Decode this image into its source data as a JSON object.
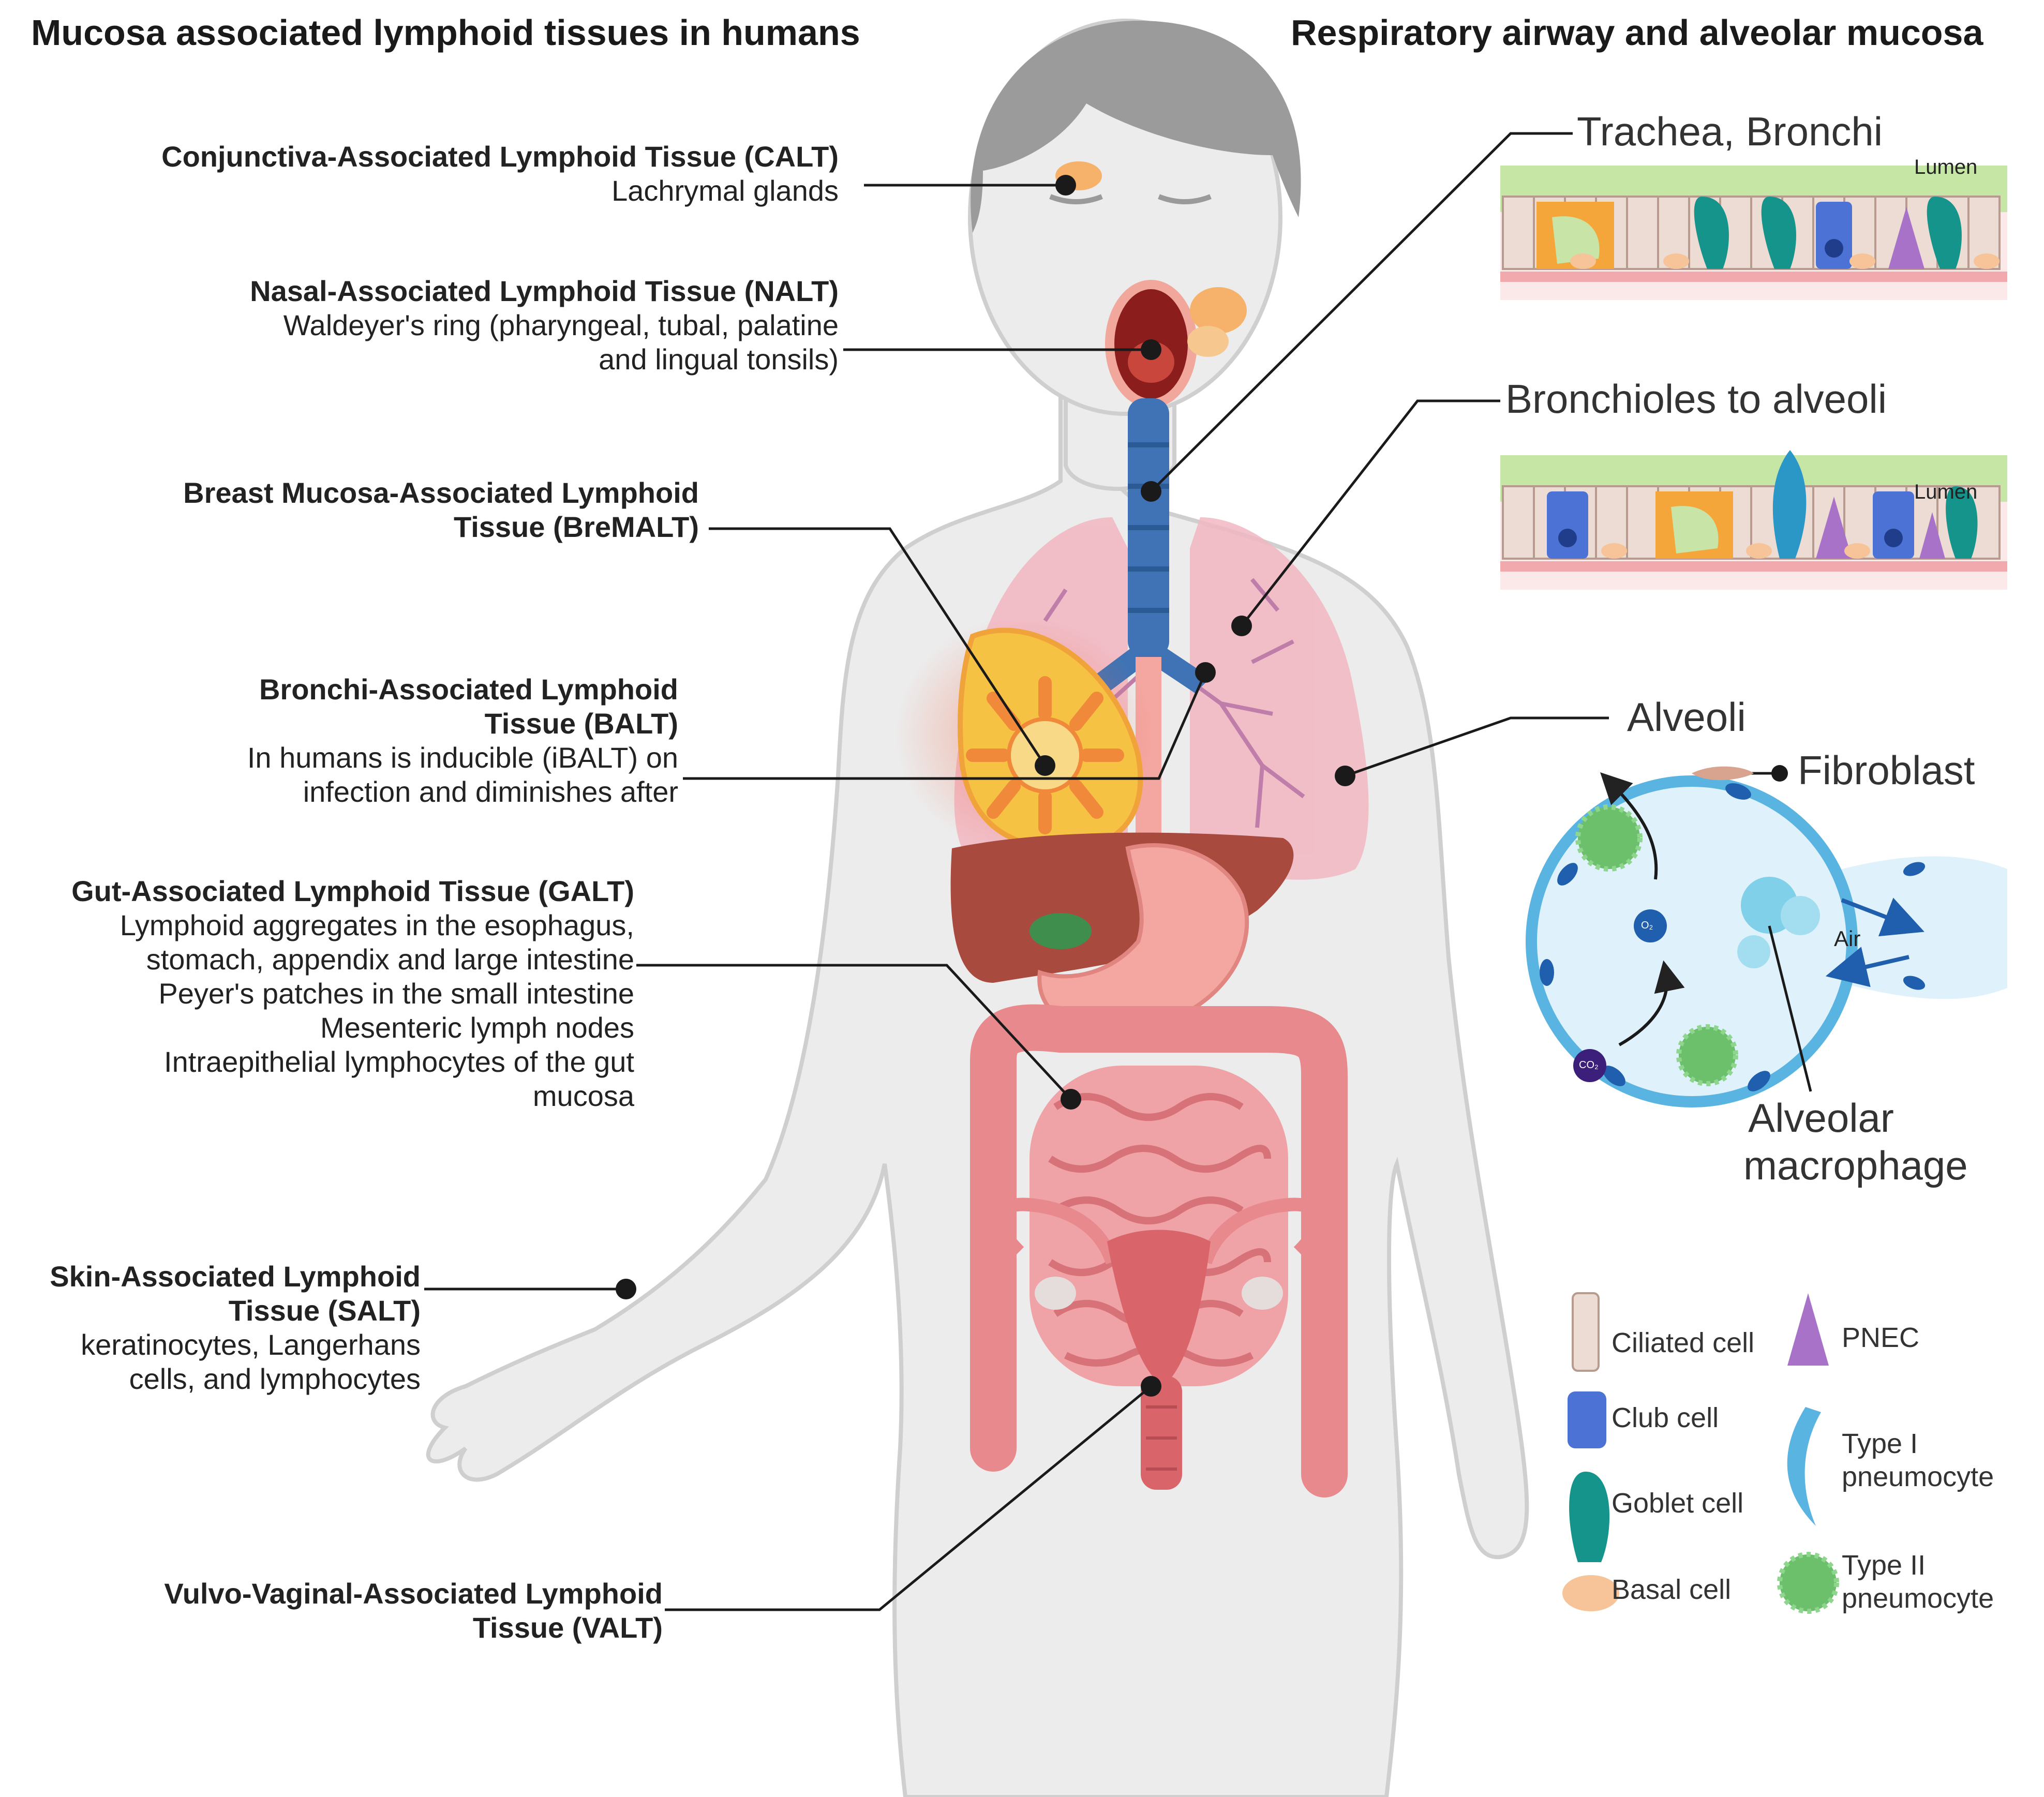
{
  "titles": {
    "left": "Mucosa associated lymphoid tissues in humans",
    "right": "Respiratory airway and alveolar mucosa"
  },
  "left_labels": {
    "calt": {
      "name": "Conjunctiva-Associated Lymphoid Tissue (CALT)",
      "desc": "Lachrymal glands"
    },
    "nalt": {
      "name": "Nasal-Associated Lymphoid Tissue (NALT)",
      "desc1": "Waldeyer's ring (pharyngeal, tubal, palatine",
      "desc2": "and lingual tonsils)"
    },
    "bremalt": {
      "name1": "Breast Mucosa-Associated Lymphoid",
      "name2": "Tissue (BreMALT)"
    },
    "balt": {
      "name1": "Bronchi-Associated Lymphoid",
      "name2": "Tissue (BALT)",
      "desc1": "In humans is inducible (iBALT) on",
      "desc2": "infection and diminishes after"
    },
    "galt": {
      "name": "Gut-Associated Lymphoid Tissue (GALT)",
      "desc1": "Lymphoid aggregates in the esophagus,",
      "desc2": "stomach, appendix and large intestine",
      "desc3": "Peyer's patches in the small intestine",
      "desc4": "Mesenteric lymph nodes",
      "desc5": "Intraepithelial lymphocytes of the gut",
      "desc6": "mucosa"
    },
    "salt": {
      "name1": "Skin-Associated Lymphoid",
      "name2": "Tissue (SALT)",
      "desc1": "keratinocytes, Langerhans",
      "desc2": "cells, and  lymphocytes"
    },
    "valt": {
      "name1": "Vulvo-Vaginal-Associated Lymphoid",
      "name2": "Tissue (VALT)"
    }
  },
  "right_labels": {
    "trachea": "Trachea, Bronchi",
    "bronchioles": "Bronchioles to alveoli",
    "lumen1": "Lumen",
    "lumen2": "Lumen",
    "alveoli": "Alveoli",
    "fibroblast": "Fibroblast",
    "air": "Air",
    "o2": "O₂",
    "co2": "CO₂",
    "macrophage1": "Alveolar",
    "macrophage2": "macrophage"
  },
  "legend": {
    "ciliated": "Ciliated cell",
    "pnec": "PNEC",
    "club": "Club cell",
    "type1_a": "Type I",
    "type1_b": "pneumocyte",
    "goblet": "Goblet cell",
    "basal": "Basal cell",
    "type2_a": "Type II",
    "type2_b": "pneumocyte"
  },
  "colors": {
    "skin": "#ececec",
    "hair": "#9b9b9b",
    "lung": "#f2b7c2",
    "trachea": "#3f73b5",
    "intestine": "#e8898e",
    "liver": "#a84a3e",
    "breast": "#f6c243",
    "alveolus": "#59b4e2",
    "type2": "#6cc06c",
    "pnec": "#a772c8",
    "goblet": "#15948b",
    "club": "#4d72d6"
  }
}
